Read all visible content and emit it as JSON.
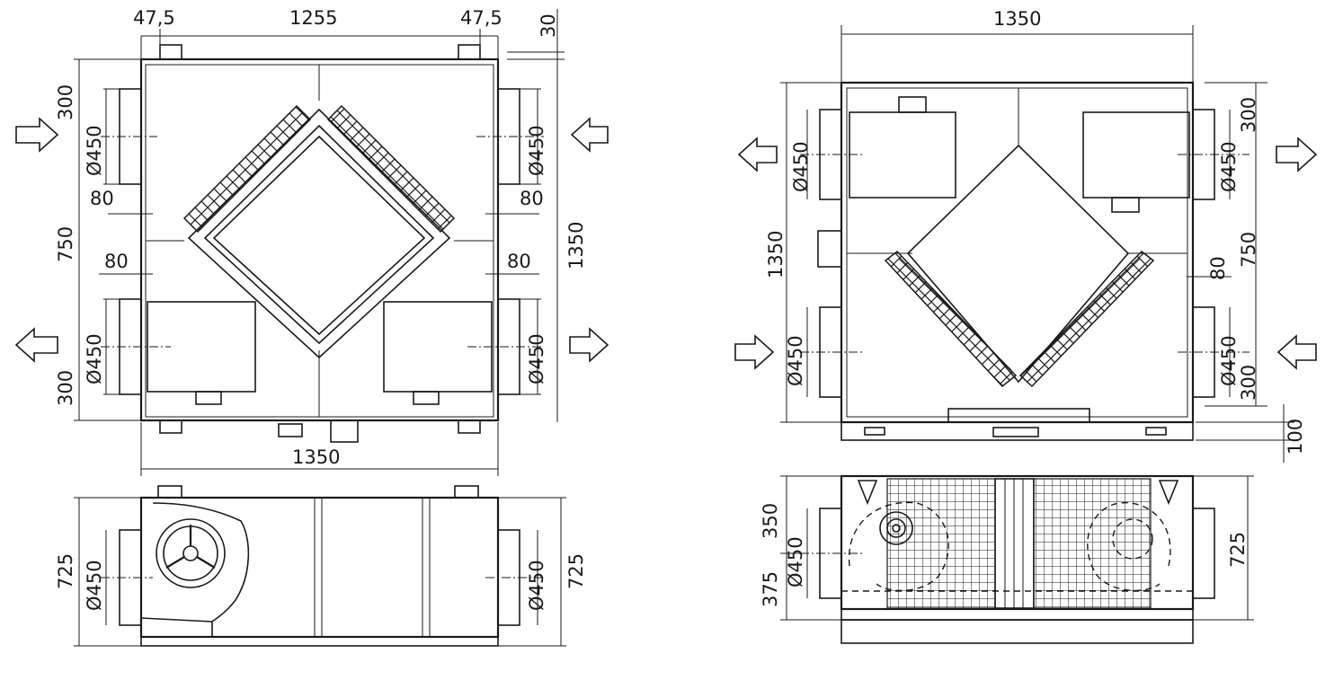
{
  "dimensions": {
    "left_top": {
      "w_47_5_l": "47,5",
      "w_1255": "1255",
      "w_47_5_r": "47,5",
      "w_30": "30",
      "w_1350_bottom": "1350",
      "h_1350_right": "1350",
      "h_300_top": "300",
      "h_750": "750",
      "h_300_bottom": "300",
      "d_450_tl": "Ø450",
      "d_450_bl": "Ø450",
      "d_450_tr": "Ø450",
      "d_450_br": "Ø450",
      "off_80_tl": "80",
      "off_80_ml": "80",
      "off_80_tr": "80",
      "off_80_mr": "80"
    },
    "left_side": {
      "h_725_left": "725",
      "h_725_right": "725",
      "d_450_left": "Ø450",
      "d_450_right": "Ø450"
    },
    "right_top": {
      "w_1350_top": "1350",
      "h_1350_left": "1350",
      "d_450_tl": "Ø450",
      "d_450_bl": "Ø450",
      "d_450_tr": "Ø450",
      "d_450_br": "Ø450",
      "h_300_top": "300",
      "h_750": "750",
      "h_300_bottom": "300",
      "off_80": "80",
      "h_100": "100"
    },
    "right_side": {
      "h_350": "350",
      "h_375": "375",
      "d_450": "Ø450",
      "h_725": "725"
    }
  },
  "flow_arrows": [
    {
      "view": "left-top",
      "port": "top-left",
      "direction": "in"
    },
    {
      "view": "left-top",
      "port": "bottom-left",
      "direction": "out"
    },
    {
      "view": "left-top",
      "port": "top-right",
      "direction": "in"
    },
    {
      "view": "left-top",
      "port": "bottom-right",
      "direction": "out"
    },
    {
      "view": "right-top",
      "port": "top-left",
      "direction": "out"
    },
    {
      "view": "right-top",
      "port": "bottom-left",
      "direction": "in"
    },
    {
      "view": "right-top",
      "port": "top-right",
      "direction": "out"
    },
    {
      "view": "right-top",
      "port": "bottom-right",
      "direction": "in"
    }
  ]
}
